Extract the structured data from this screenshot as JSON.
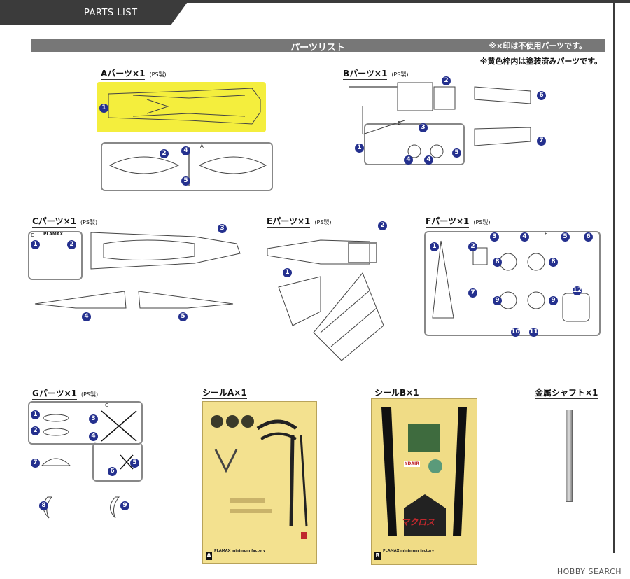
{
  "header": {
    "tab": "PARTS LIST"
  },
  "banner": {
    "title": "パーツリスト",
    "note1": "※×印は不使用パーツです。",
    "note2": "※黄色枠内は塗装済みパーツです。"
  },
  "sections": {
    "A": {
      "label": "Aパーツ×1",
      "mat": "(PS製)",
      "runner": "A"
    },
    "B": {
      "label": "Bパーツ×1",
      "mat": "(PS製)",
      "runner": "B"
    },
    "C": {
      "label": "Cパーツ×1",
      "mat": "(PS製)",
      "runner": "C",
      "brand": "PLAMAX"
    },
    "E": {
      "label": "Eパーツ×1",
      "mat": "(PS製)"
    },
    "F": {
      "label": "Fパーツ×1",
      "mat": "(PS製)",
      "runner": "F"
    },
    "G": {
      "label": "Gパーツ×1",
      "mat": "(PS製)",
      "runner": "G"
    },
    "sealA": {
      "label": "シールA×1",
      "tag": "A",
      "brand": "PLAMAX minimum factory"
    },
    "sealB": {
      "label": "シールB×1",
      "tag": "B",
      "brand": "PLAMAX minimum factory",
      "logo": "マクロス",
      "badge": "YDAIR"
    },
    "shaft": {
      "label": "金属シャフト×1"
    }
  },
  "numbers": [
    "1",
    "2",
    "3",
    "4",
    "5",
    "6",
    "7",
    "8",
    "9",
    "10",
    "11",
    "12"
  ],
  "watermark": "HOBBY SEARCH",
  "colors": {
    "painted": "#f4ee3d",
    "marker": "#24308e",
    "decal": "#f3e18f"
  }
}
